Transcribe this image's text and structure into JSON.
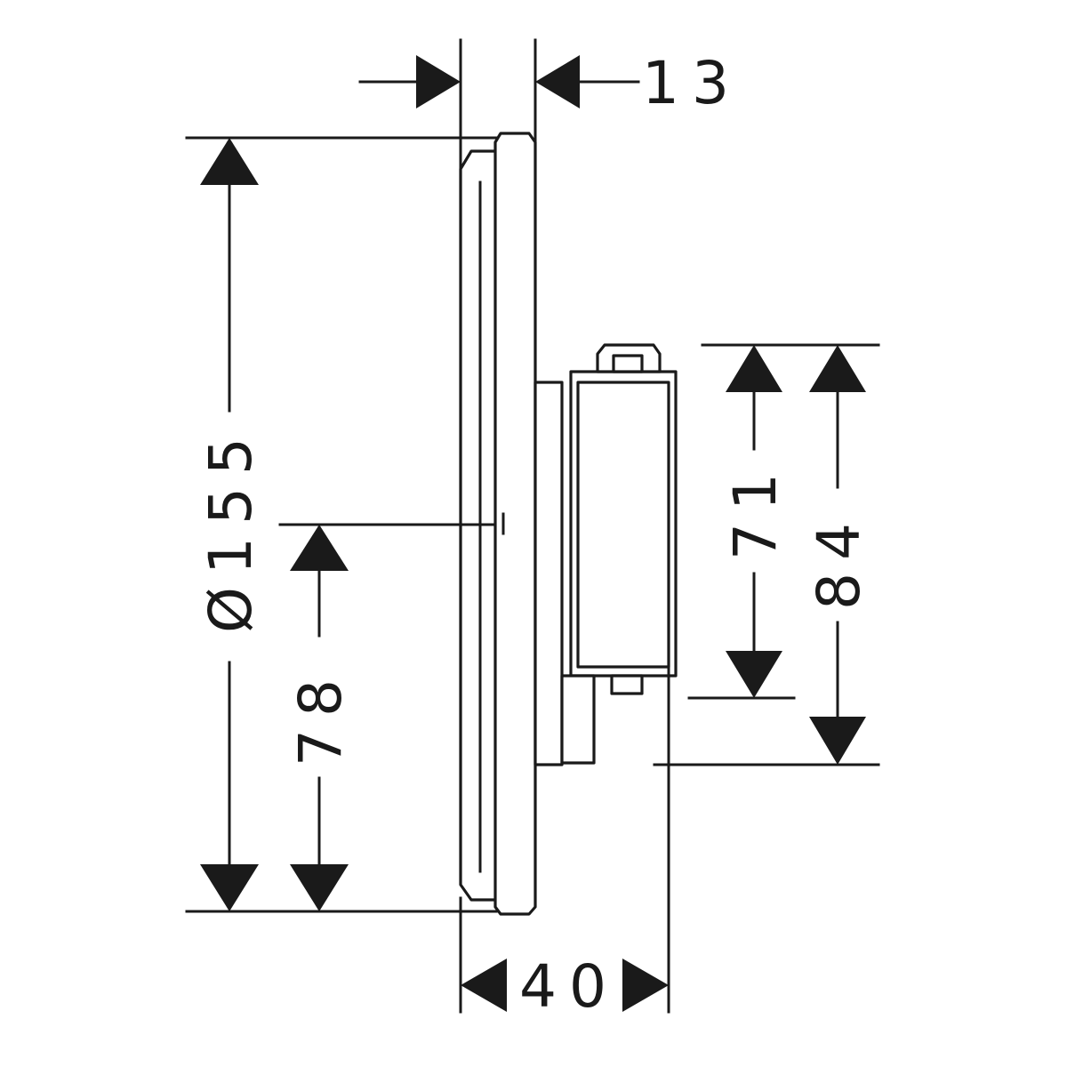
{
  "dimensions": {
    "top_depth": "13",
    "diameter": "Ø155",
    "center_height": "78",
    "body_height_inner": "71",
    "body_height_outer": "84",
    "total_depth": "40"
  },
  "colors": {
    "ink": "#1a1a1a",
    "paper": "#ffffff"
  }
}
